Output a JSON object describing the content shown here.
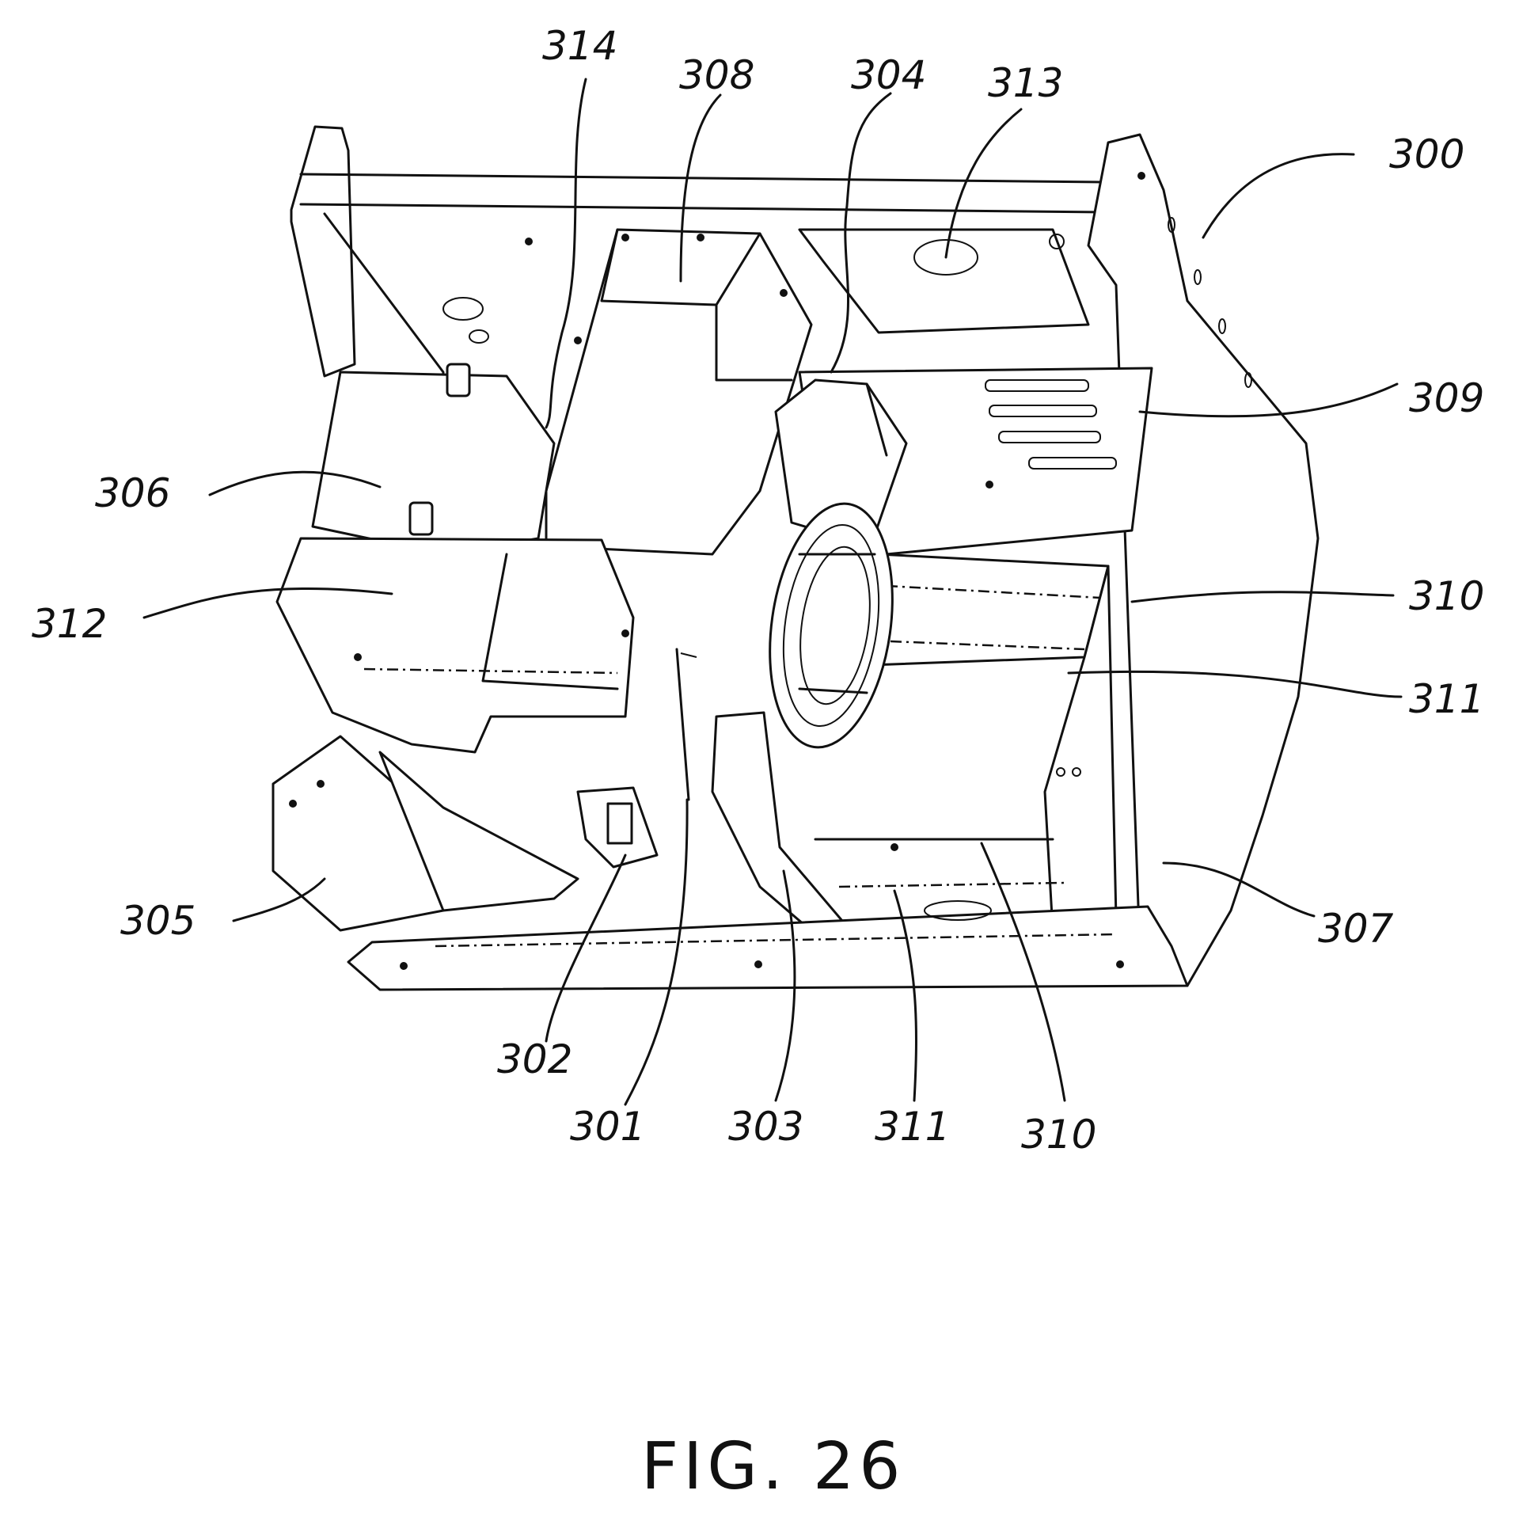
{
  "figure": {
    "caption": "FIG. 26",
    "labels": {
      "r300": "300",
      "r301": "301",
      "r302": "302",
      "r303": "303",
      "r304": "304",
      "r305": "305",
      "r306": "306",
      "r307": "307",
      "r308": "308",
      "r309": "309",
      "r310_right": "310",
      "r310_bottom": "310",
      "r311_right": "311",
      "r311_bottom": "311",
      "r312": "312",
      "r313": "313",
      "r314": "314"
    }
  }
}
